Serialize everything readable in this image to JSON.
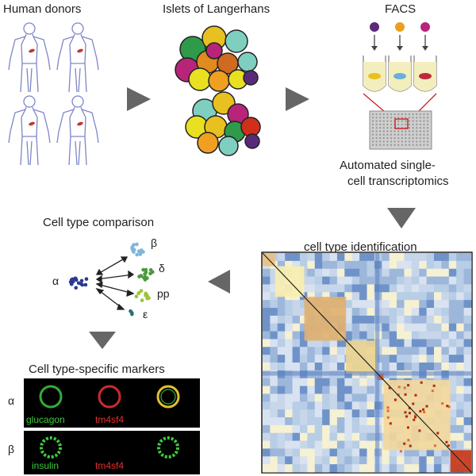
{
  "steps": {
    "donors": "Human donors",
    "islets": "Islets of Langerhans",
    "facs": "FACS",
    "transcriptomics_line1": "Automated single-",
    "transcriptomics_line2": "cell transcriptomics",
    "identification": "cell type identification",
    "comparison": "Cell type comparison",
    "markers": "Cell type-specific markers"
  },
  "cell_types": {
    "alpha": "α",
    "beta": "β",
    "delta": "δ",
    "pp": "pp",
    "epsilon": "ε"
  },
  "markers": {
    "row_alpha": "α",
    "row_beta": "β",
    "alpha_green": "glucagon",
    "alpha_red": "tm4sf4",
    "beta_green": "insulin",
    "beta_red": "tm4sf4"
  },
  "colors": {
    "arrow": "#666666",
    "alpha_cluster": "#2a3990",
    "beta_cluster": "#7fb6dc",
    "delta_cluster": "#4a9a3c",
    "pp_cluster": "#9ac43a",
    "epsilon_cluster": "#2e6e6a",
    "heatmap_high": "#c8381a",
    "heatmap_low": "#5b7fc0",
    "marker_green": "#3ec93e",
    "marker_red": "#e03030"
  },
  "icons": [
    "human-silhouette-icon",
    "islet-cell-cluster-icon",
    "facs-tube-icon",
    "microwell-plate-icon"
  ]
}
